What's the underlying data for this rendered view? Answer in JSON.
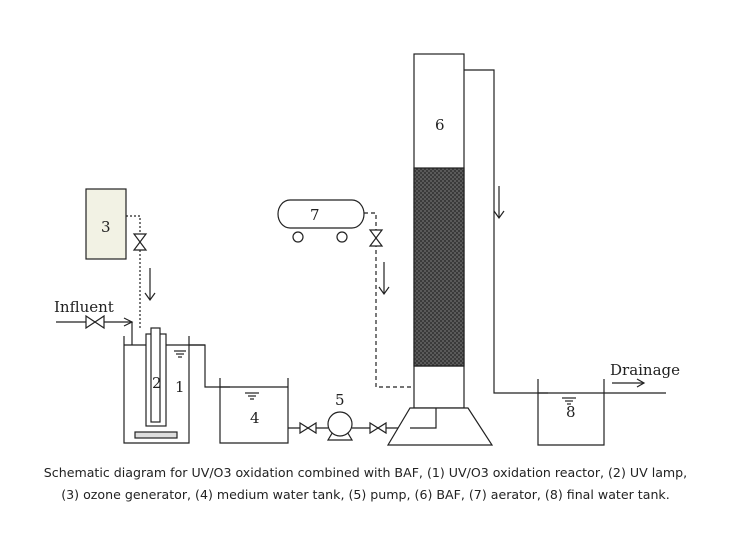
{
  "labels": {
    "reactor": "1",
    "uv_lamp": "2",
    "ozone_generator": "3",
    "medium_tank": "4",
    "pump": "5",
    "baf": "6",
    "aerator": "7",
    "final_tank": "8",
    "influent": "Influent",
    "drainage": "Drainage"
  },
  "caption": {
    "line1": "Schematic diagram for UV/O3 oxidation combined with BAF, (1) UV/O3 oxidation reactor, (2) UV lamp,",
    "line2": "(3) ozone generator, (4) medium water tank, (5) pump, (6) BAF, (7) aerator, (8) final water tank."
  },
  "colors": {
    "ozone_generator_fill": "#f2f2e4",
    "baf_media_fill": "#4a4a4a",
    "line": "#222222"
  }
}
